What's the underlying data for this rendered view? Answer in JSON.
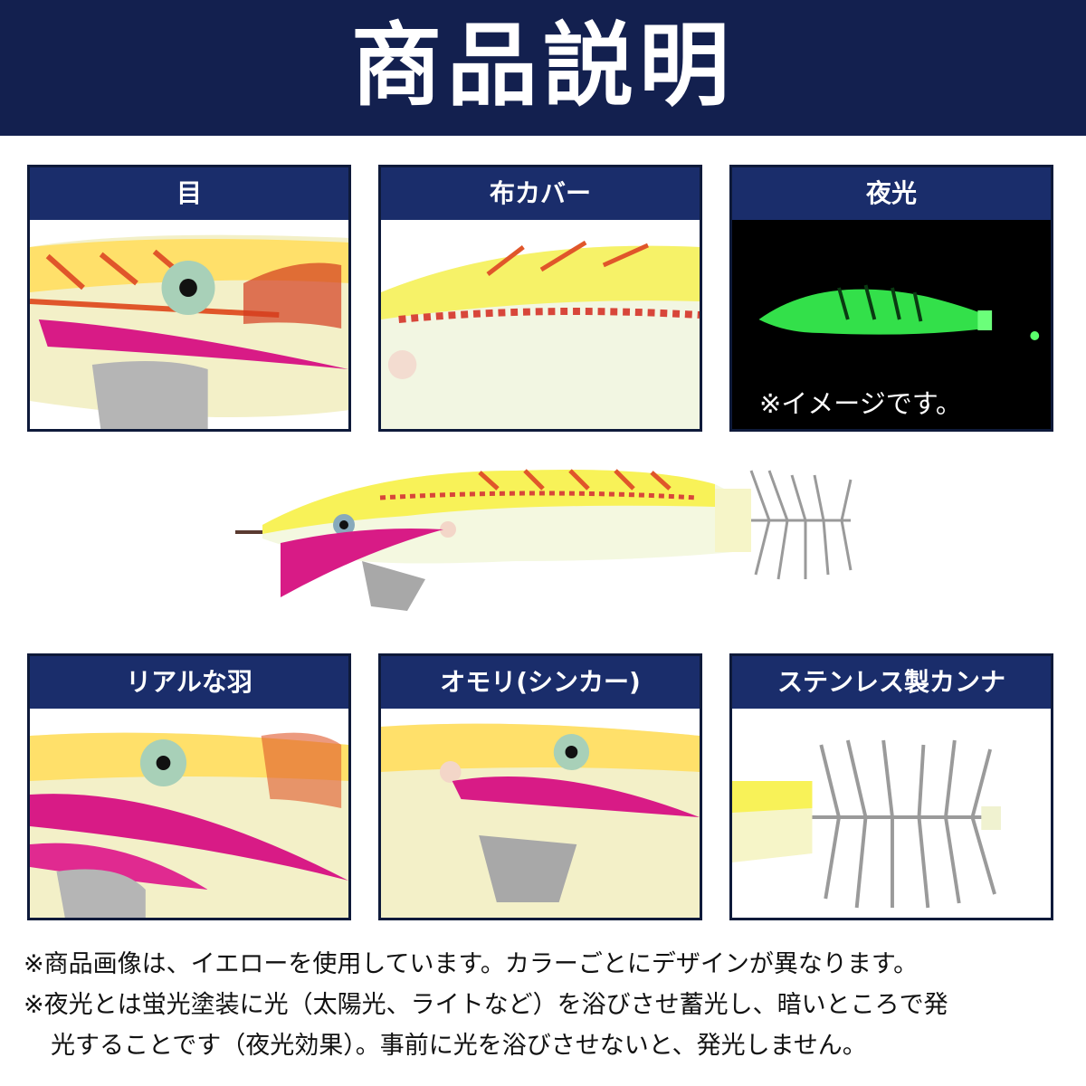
{
  "header": {
    "title": "商品説明"
  },
  "cards": [
    {
      "label": "目"
    },
    {
      "label": "布カバー"
    },
    {
      "label": "夜光",
      "caption": "※イメージです。"
    },
    {
      "label": "リアルな羽"
    },
    {
      "label": "オモリ(シンカー)"
    },
    {
      "label": "ステンレス製カンナ"
    }
  ],
  "notes": [
    "※商品画像は、イエローを使用しています。カラーごとにデザインが異なります。",
    "※夜光とは蛍光塗装に光（太陽光、ライトなど）を浴びさせ蓄光し、暗いところで発",
    "光することです（夜光効果）。事前に光を浴びさせないと、発光しません。"
  ],
  "colors": {
    "header_bg": "#13204f",
    "label_bg": "#1a2d6b",
    "border": "#0e1a3a"
  }
}
